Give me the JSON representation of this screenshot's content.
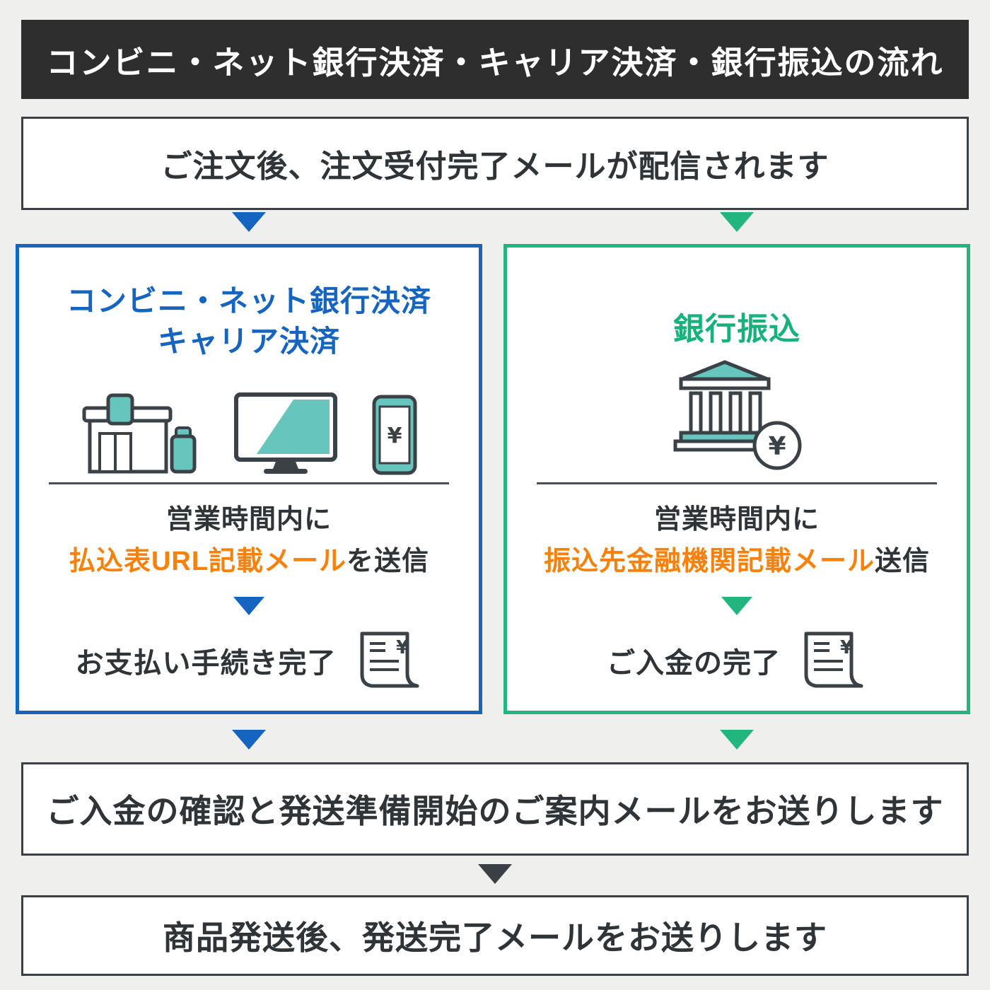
{
  "header": {
    "title": "コンビニ・ネット銀行決済・キャリア決済・銀行振込の流れ"
  },
  "steps": {
    "order": "ご注文後、注文受付完了メールが配信されます",
    "confirm": "ご入金の確認と発送準備開始のご案内メールをお送りします",
    "shipped": "商品発送後、発送完了メールをお送りします"
  },
  "left_panel": {
    "title_line1": "コンビニ・ネット銀行決済",
    "title_line2": "キャリア決済",
    "note_line1": "営業時間内に",
    "note_highlight": "払込表URL記載メール",
    "note_suffix": "を送信",
    "complete": "お支払い手続き完了"
  },
  "right_panel": {
    "title": "銀行振込",
    "note_line1": "営業時間内に",
    "note_highlight": "振込先金融機関記載メール",
    "note_suffix": "送信",
    "complete": "ご入金の完了"
  },
  "icons": {
    "yen": "¥"
  },
  "colors": {
    "dark": "#2e2e2e",
    "blue": "#1564c0",
    "green": "#22b57d",
    "orange": "#f7810a",
    "teal": "#66c5bd",
    "background": "#efefed"
  }
}
